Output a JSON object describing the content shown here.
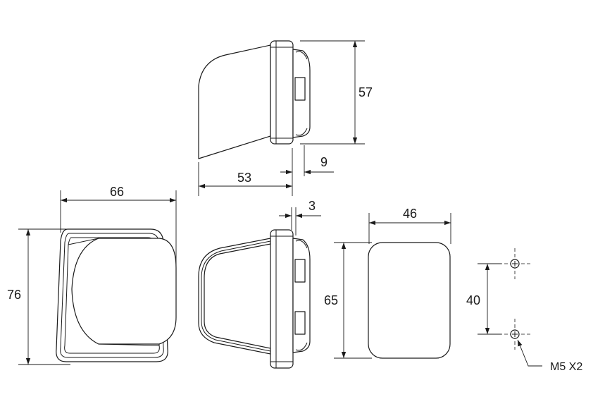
{
  "dimensions": {
    "side_height": "57",
    "side_depth": "53",
    "side_flange": "9",
    "top_width": "66",
    "front_height": "76",
    "gap": "3",
    "face_width": "46",
    "face_height": "65",
    "hole_spacing": "40",
    "hole_note": "M5 X2"
  }
}
